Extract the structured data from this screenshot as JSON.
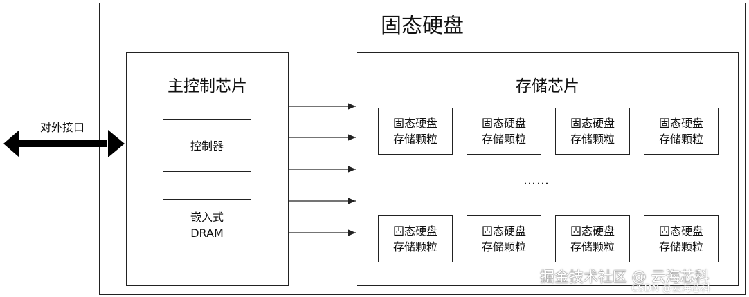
{
  "ssd": {
    "title": "固态硬盘"
  },
  "interface": {
    "label": "对外接口"
  },
  "controller_chip": {
    "title": "主控制芯片",
    "controller": "控制器",
    "dram_line1": "嵌入式",
    "dram_line2": "DRAM"
  },
  "storage": {
    "title": "存储芯片",
    "ellipsis": "……",
    "chip_line1": "固态硬盘",
    "chip_line2": "存储颗粒",
    "rows": [
      [
        {
          "l1": "固态硬盘",
          "l2": "存储颗粒"
        },
        {
          "l1": "固态硬盘",
          "l2": "存储颗粒"
        },
        {
          "l1": "固态硬盘",
          "l2": "存储颗粒"
        },
        {
          "l1": "固态硬盘",
          "l2": "存储颗粒"
        }
      ],
      [
        {
          "l1": "固态硬盘",
          "l2": "存储颗粒"
        },
        {
          "l1": "固态硬盘",
          "l2": "存储颗粒"
        },
        {
          "l1": "固态硬盘",
          "l2": "存储颗粒"
        },
        {
          "l1": "固态硬盘",
          "l2": "存储颗粒"
        }
      ]
    ]
  },
  "watermark": {
    "main": "掘金技术社区 @ 云海芯科",
    "sub": "CSDN @云海芯科"
  }
}
